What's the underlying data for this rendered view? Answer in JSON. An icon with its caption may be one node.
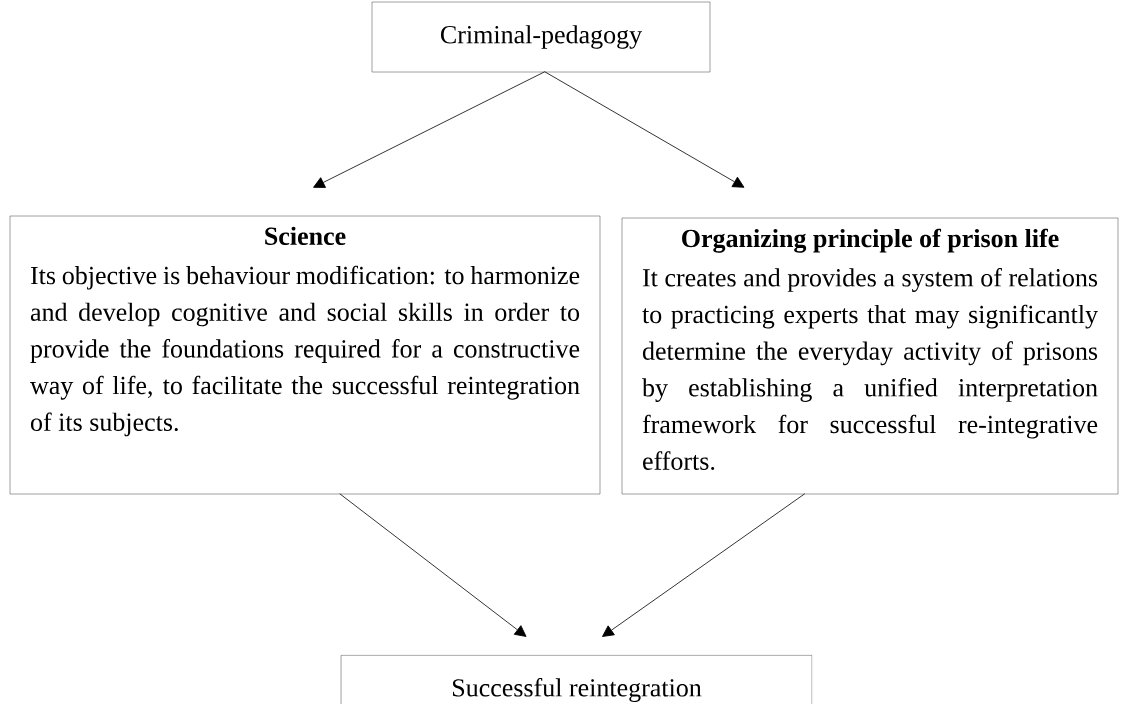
{
  "diagram": {
    "nodes": [
      {
        "text": [
          "Criminal-pedagogy"
        ]
      },
      {
        "text": [
          "Science",
          "Its objective is behaviour modification: to harmonize and develop cognitive and social skills in order to provide the foundations required for a constructive way of life, to facilitate the successful reintegration of its subjects."
        ]
      },
      {
        "text": [
          "Organizing principle of prison life",
          "It creates and provides a system of relations to practicing experts that may significantly determine the everyday activity of prisons by establishing a unified interpretation framework for successful re-integrative efforts."
        ]
      },
      {
        "text": [
          "Successful reintegration"
        ]
      }
    ],
    "edges": [
      {
        "from": 0,
        "to": 1,
        "arrow": "to"
      },
      {
        "from": 0,
        "to": 2,
        "arrow": "to"
      },
      {
        "from": 1,
        "to": 3,
        "arrow": "to"
      },
      {
        "from": 2,
        "to": 3,
        "arrow": "to"
      }
    ]
  }
}
